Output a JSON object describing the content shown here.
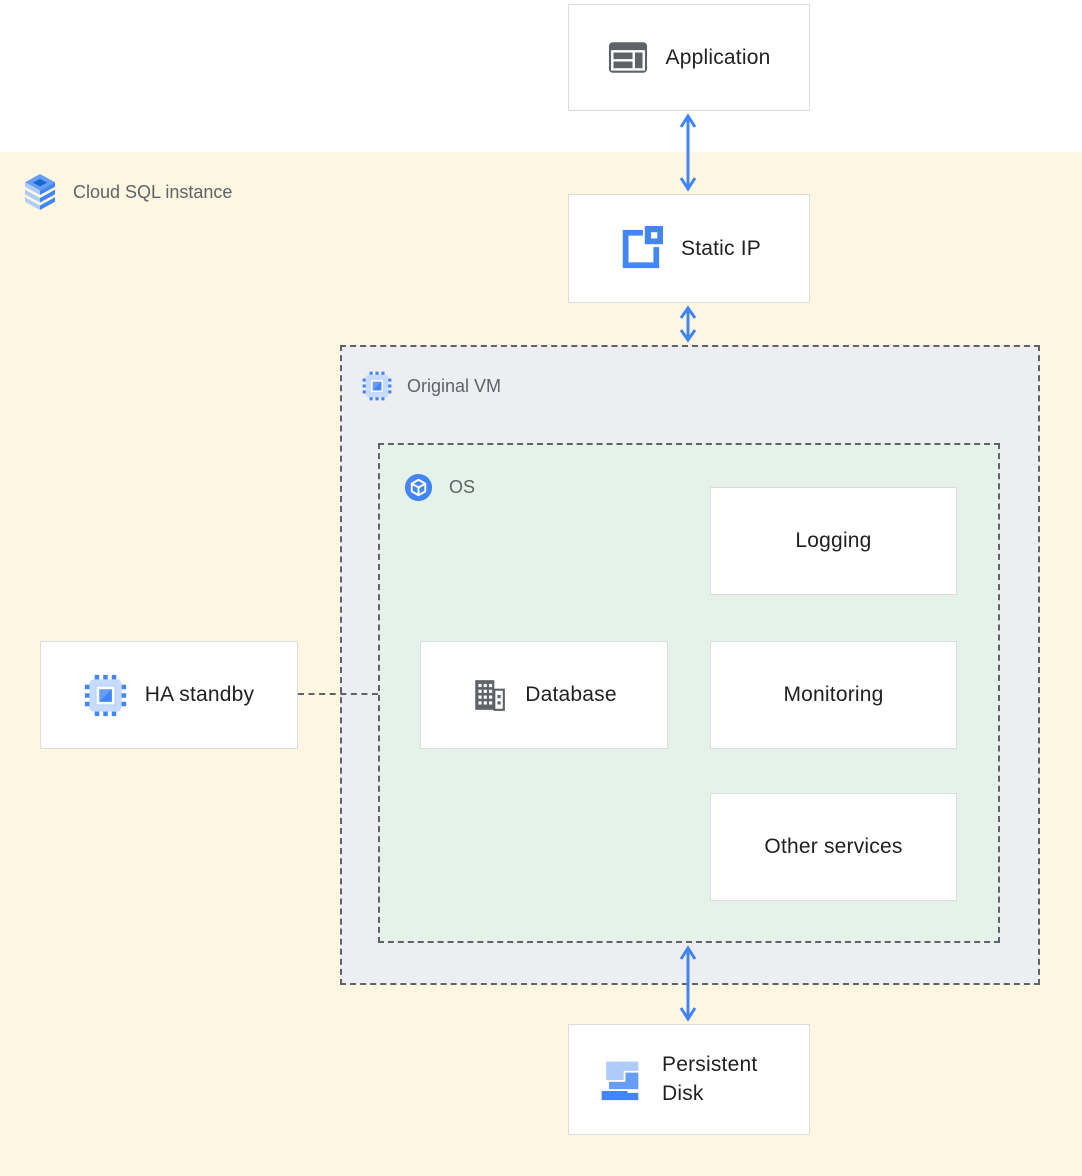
{
  "regions": {
    "cloud_sql": {
      "label": "Cloud SQL instance"
    },
    "original_vm": {
      "label": "Original VM"
    },
    "os": {
      "label": "OS"
    }
  },
  "nodes": {
    "application": {
      "label": "Application"
    },
    "static_ip": {
      "label": "Static IP"
    },
    "ha_standby": {
      "label": "HA standby"
    },
    "database": {
      "label": "Database"
    },
    "logging": {
      "label": "Logging"
    },
    "monitoring": {
      "label": "Monitoring"
    },
    "other_services": {
      "label": "Other services"
    },
    "persistent_disk": {
      "label": "Persistent Disk"
    }
  },
  "connections": {
    "application_static_ip": "bidirectional-arrow",
    "static_ip_original_vm": "bidirectional-arrow",
    "os_persistent_disk": "bidirectional-arrow",
    "ha_standby_os": "dashed-line"
  },
  "colors": {
    "region_yellow": "#FDF7E2",
    "vm_gray": "#ECEEF1",
    "os_green": "#E4F2E9",
    "arrow_blue": "#4285F4",
    "node_border": "#DADCE0",
    "dashed_border": "#5F6368",
    "label_dark": "#202124",
    "label_gray": "#5F6368",
    "icon_gray": "#5F6368",
    "icon_blue_light": "#AECBFA",
    "icon_blue_mid": "#669DF6",
    "icon_blue_dark": "#1967D2"
  }
}
